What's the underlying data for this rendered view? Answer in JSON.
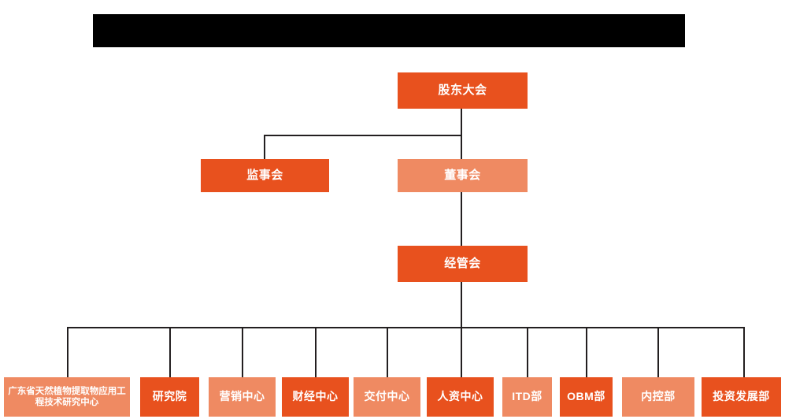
{
  "header": {
    "title_text": ""
  },
  "colors": {
    "accent_dark": "#E8511E",
    "accent_light": "#EF8A62",
    "header_bar": "#000000",
    "connector": "#231F20",
    "background": "#FFFFFF",
    "node_text": "#FFFFFF"
  },
  "chart_data": {
    "type": "diagram",
    "diagram_kind": "organization-chart",
    "title": "",
    "orientation": "top-down",
    "levels": [
      {
        "level": 1,
        "nodes": [
          "股东大会"
        ]
      },
      {
        "level": 2,
        "nodes": [
          "监事会",
          "董事会"
        ]
      },
      {
        "level": 3,
        "nodes": [
          "经管会"
        ]
      },
      {
        "level": 4,
        "nodes": [
          "广东省天然植物提取物应用工程技术研究中心",
          "研究院",
          "营销中心",
          "财经中心",
          "交付中心",
          "人资中心",
          "ITD部",
          "OBM部",
          "内控部",
          "投资发展部"
        ]
      }
    ],
    "edges": [
      {
        "from": "股东大会",
        "to": "监事会"
      },
      {
        "from": "股东大会",
        "to": "董事会"
      },
      {
        "from": "董事会",
        "to": "经管会"
      },
      {
        "from": "经管会",
        "to": "广东省天然植物提取物应用工程技术研究中心"
      },
      {
        "from": "经管会",
        "to": "研究院"
      },
      {
        "from": "经管会",
        "to": "营销中心"
      },
      {
        "from": "经管会",
        "to": "财经中心"
      },
      {
        "from": "经管会",
        "to": "交付中心"
      },
      {
        "from": "经管会",
        "to": "人资中心"
      },
      {
        "from": "经管会",
        "to": "ITD部"
      },
      {
        "from": "经管会",
        "to": "OBM部"
      },
      {
        "from": "经管会",
        "to": "内控部"
      },
      {
        "from": "经管会",
        "to": "投资发展部"
      }
    ]
  },
  "nodes": {
    "shareholders_meeting": {
      "label": "股东大会",
      "shade": "dark"
    },
    "supervisory_board": {
      "label": "监事会",
      "shade": "dark"
    },
    "board_of_directors": {
      "label": "董事会",
      "shade": "light"
    },
    "management_committee": {
      "label": "经管会",
      "shade": "dark"
    }
  },
  "departments": [
    {
      "label": "广东省天然植物提取物应用工程技术研究中心",
      "shade": "light"
    },
    {
      "label": "研究院",
      "shade": "dark"
    },
    {
      "label": "营销中心",
      "shade": "light"
    },
    {
      "label": "财经中心",
      "shade": "dark"
    },
    {
      "label": "交付中心",
      "shade": "light"
    },
    {
      "label": "人资中心",
      "shade": "dark"
    },
    {
      "label": "ITD部",
      "shade": "light"
    },
    {
      "label": "OBM部",
      "shade": "dark"
    },
    {
      "label": "内控部",
      "shade": "light"
    },
    {
      "label": "投资发展部",
      "shade": "dark"
    }
  ]
}
